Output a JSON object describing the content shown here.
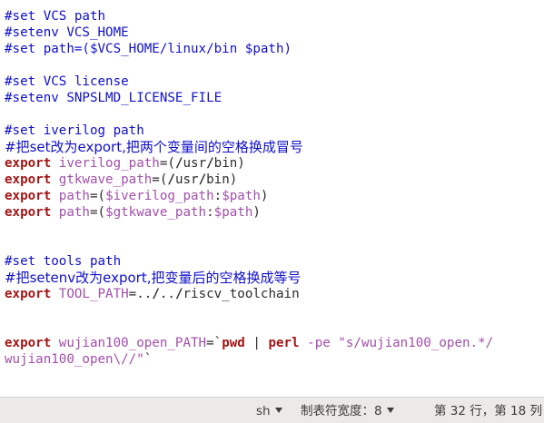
{
  "editor": {
    "lines": [
      {
        "top": 0,
        "segs": [
          {
            "t": "#set VCS path",
            "c": "c-comment"
          }
        ]
      },
      {
        "top": 0,
        "segs": [
          {
            "t": "#setenv VCS_HOME",
            "c": "c-comment"
          }
        ]
      },
      {
        "top": 0,
        "segs": [
          {
            "t": "#set path=($VCS_HOME/linux/bin $path)",
            "c": "c-comment"
          }
        ]
      },
      {
        "top": 0,
        "segs": []
      },
      {
        "top": 0,
        "segs": [
          {
            "t": "#set VCS license",
            "c": "c-comment"
          }
        ]
      },
      {
        "top": 0,
        "segs": [
          {
            "t": "#setenv SNPSLMD_LICENSE_FILE",
            "c": "c-comment"
          }
        ]
      },
      {
        "top": 0,
        "segs": []
      },
      {
        "top": 0,
        "segs": [
          {
            "t": "#set iverilog path",
            "c": "c-comment"
          }
        ]
      },
      {
        "top": 0,
        "segs": [
          {
            "t": "#把set改为export,把两个变量间的空格换成冒号",
            "c": "c-comment cjk"
          }
        ]
      },
      {
        "top": 0,
        "segs": [
          {
            "t": "export",
            "c": "c-kw"
          },
          {
            "t": " iverilog_path",
            "c": "c-var"
          },
          {
            "t": "=(",
            "c": "c-plain"
          },
          {
            "t": "/",
            "c": "c-op"
          },
          {
            "t": "usr",
            "c": "c-plain"
          },
          {
            "t": "/",
            "c": "c-op"
          },
          {
            "t": "bin)",
            "c": "c-plain"
          }
        ]
      },
      {
        "top": 0,
        "segs": [
          {
            "t": "export",
            "c": "c-kw"
          },
          {
            "t": " gtkwave_path",
            "c": "c-var"
          },
          {
            "t": "=(",
            "c": "c-plain"
          },
          {
            "t": "/",
            "c": "c-op"
          },
          {
            "t": "usr",
            "c": "c-plain"
          },
          {
            "t": "/",
            "c": "c-op"
          },
          {
            "t": "bin)",
            "c": "c-plain"
          }
        ]
      },
      {
        "top": 0,
        "segs": [
          {
            "t": "export",
            "c": "c-kw"
          },
          {
            "t": " path",
            "c": "c-var"
          },
          {
            "t": "=(",
            "c": "c-plain"
          },
          {
            "t": "$iverilog_path",
            "c": "c-var"
          },
          {
            "t": ":",
            "c": "c-plain"
          },
          {
            "t": "$path",
            "c": "c-var"
          },
          {
            "t": ")",
            "c": "c-plain"
          }
        ]
      },
      {
        "top": 0,
        "segs": [
          {
            "t": "export",
            "c": "c-kw"
          },
          {
            "t": " path",
            "c": "c-var"
          },
          {
            "t": "=(",
            "c": "c-plain"
          },
          {
            "t": "$gtkwave_path",
            "c": "c-var"
          },
          {
            "t": ":",
            "c": "c-plain"
          },
          {
            "t": "$path",
            "c": "c-var"
          },
          {
            "t": ")",
            "c": "c-plain"
          }
        ]
      },
      {
        "top": 0,
        "segs": []
      },
      {
        "top": 0,
        "segs": []
      },
      {
        "top": 0,
        "segs": [
          {
            "t": "#set tools path",
            "c": "c-comment"
          }
        ]
      },
      {
        "top": 0,
        "segs": [
          {
            "t": "#把setenv改为export,把变量后的空格换成等号",
            "c": "c-comment cjk"
          }
        ]
      },
      {
        "top": 0,
        "segs": [
          {
            "t": "export",
            "c": "c-kw"
          },
          {
            "t": " TOOL_PATH",
            "c": "c-var"
          },
          {
            "t": "=",
            "c": "c-plain"
          },
          {
            "t": "..",
            "c": "c-plain"
          },
          {
            "t": "/",
            "c": "c-op"
          },
          {
            "t": "..",
            "c": "c-plain"
          },
          {
            "t": "/",
            "c": "c-op"
          },
          {
            "t": "riscv_toolchain",
            "c": "c-plain"
          }
        ]
      },
      {
        "top": 0,
        "segs": []
      },
      {
        "top": 0,
        "segs": []
      },
      {
        "top": 0,
        "segs": [
          {
            "t": "export",
            "c": "c-kw"
          },
          {
            "t": " wujian100_open_PATH",
            "c": "c-var"
          },
          {
            "t": "=`",
            "c": "c-plain"
          },
          {
            "t": "pwd",
            "c": "c-kw"
          },
          {
            "t": " | ",
            "c": "c-plain"
          },
          {
            "t": "perl",
            "c": "c-kw"
          },
          {
            "t": " -pe ",
            "c": "c-var"
          },
          {
            "t": "\"s/wujian100_open.*/",
            "c": "c-str"
          }
        ]
      },
      {
        "top": 0,
        "segs": [
          {
            "t": "wujian100_open\\//\"",
            "c": "c-str"
          },
          {
            "t": "`",
            "c": "c-plain"
          }
        ]
      }
    ]
  },
  "statusbar": {
    "language": "sh",
    "tab_width_label": "制表符宽度：8",
    "position": "第 32 行，第 18 列"
  }
}
